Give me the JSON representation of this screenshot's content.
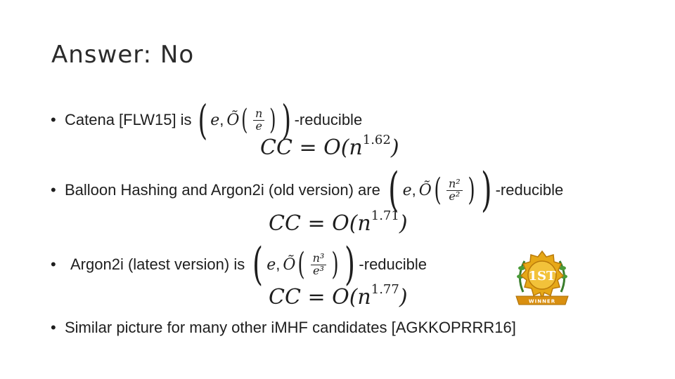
{
  "title": "Answer: No",
  "bullets": [
    {
      "prefix": "Catena [FLW15] is",
      "reduction": {
        "first": "e",
        "second": "Õ",
        "frac_num": "n",
        "frac_den": "e"
      },
      "suffix": "-reducible",
      "complexity": {
        "lhs": "CC = O(n",
        "exp": "1.62",
        "rhs": ")"
      }
    },
    {
      "prefix": "Balloon Hashing and Argon2i (old version) are",
      "reduction": {
        "first": "e",
        "second": "Õ",
        "frac_num": "n²",
        "frac_den": "e²"
      },
      "suffix": "-reducible",
      "complexity": {
        "lhs": "CC = O(n",
        "exp": "1.71",
        "rhs": ")"
      }
    },
    {
      "prefix": "Argon2i (latest version) is",
      "reduction": {
        "first": "e",
        "second": "Õ",
        "frac_num": "n³",
        "frac_den": "e³"
      },
      "suffix": "-reducible",
      "complexity": {
        "lhs": "CC = O(n",
        "exp": "1.77",
        "rhs": ")"
      }
    },
    {
      "prefix": "Similar picture for many other iMHF candidates [AGKKOPRRR16]"
    }
  ],
  "badge": {
    "text": "1ST",
    "ribbon": "WINNER",
    "colors": {
      "gold": "#e6a817",
      "dark": "#b97a0a",
      "green": "#3a7d2c"
    }
  }
}
